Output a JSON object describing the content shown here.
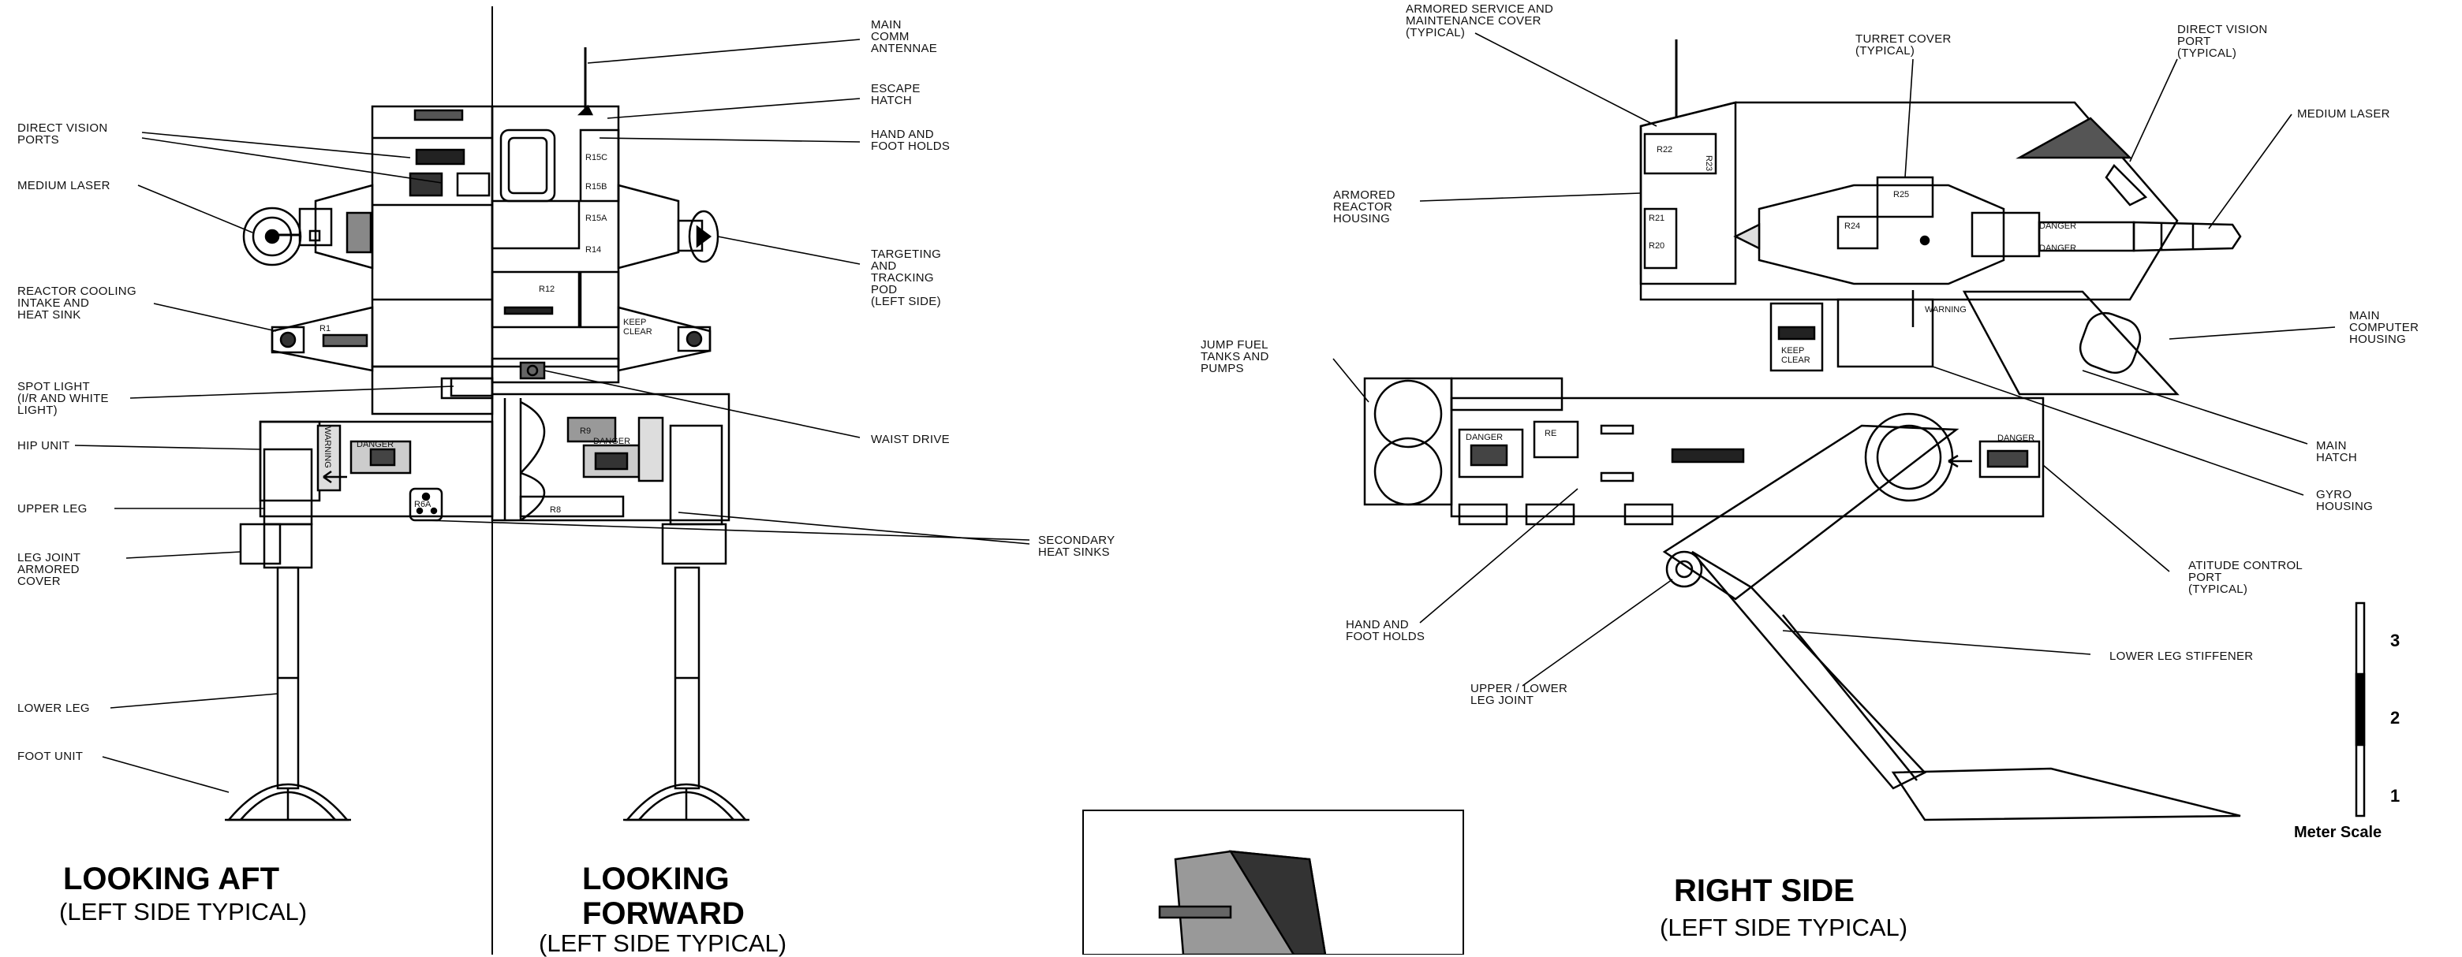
{
  "views": {
    "aft": {
      "title": "LOOKING AFT",
      "subtitle": "(LEFT SIDE TYPICAL)"
    },
    "forward": {
      "title": "LOOKING\nFORWARD",
      "subtitle": "(LEFT SIDE TYPICAL)"
    },
    "right": {
      "title": "RIGHT SIDE",
      "subtitle": "(LEFT SIDE TYPICAL)"
    }
  },
  "callouts": {
    "direct_vision_ports": "DIRECT VISION\nPORTS",
    "medium_laser_left": "MEDIUM LASER",
    "reactor_cooling": "REACTOR COOLING\nINTAKE AND\nHEAT SINK",
    "spot_light": "SPOT LIGHT\n(I/R AND WHITE\nLIGHT)",
    "hip_unit": "HIP UNIT",
    "upper_leg": "UPPER LEG",
    "leg_joint_cover": "LEG JOINT\nARMORED\nCOVER",
    "lower_leg": "LOWER LEG",
    "foot_unit": "FOOT UNIT",
    "main_comm_antennae": "MAIN\nCOMM\nANTENNAE",
    "escape_hatch": "ESCAPE\nHATCH",
    "hand_foot_holds_top": "HAND AND\nFOOT HOLDS",
    "targeting_pod": "TARGETING\nAND\nTRACKING\nPOD\n(LEFT SIDE)",
    "waist_drive": "WAIST DRIVE",
    "secondary_heat_sinks": "SECONDARY\nHEAT SINKS",
    "armored_service_cover": "ARMORED SERVICE AND\nMAINTENANCE COVER\n(TYPICAL)",
    "turret_cover": "TURRET COVER\n(TYPICAL)",
    "direct_vision_port_right": "DIRECT VISION\nPORT\n(TYPICAL)",
    "medium_laser_right": "MEDIUM LASER",
    "armored_reactor_housing": "ARMORED\nREACTOR\nHOUSING",
    "jump_fuel_tanks": "JUMP FUEL\nTANKS AND\nPUMPS",
    "main_computer_housing": "MAIN\nCOMPUTER\nHOUSING",
    "main_hatch": "MAIN\nHATCH",
    "gyro_housing": "GYRO\nHOUSING",
    "attitude_control_port": "ATITUDE CONTROL\nPORT\n(TYPICAL)",
    "hand_foot_holds_bottom": "HAND AND\nFOOT HOLDS",
    "upper_lower_leg_joint": "UPPER / LOWER\nLEG JOINT",
    "lower_leg_stiffener": "LOWER LEG STIFFENER"
  },
  "panel_labels": {
    "aft_r1": "R1",
    "aft_r6a": "R6A",
    "aft_danger": "DANGER",
    "aft_warning": "WARNING",
    "fwd_r8": "R8",
    "fwd_r9": "R9",
    "fwd_r12": "R12",
    "fwd_r14": "R14",
    "fwd_r15a": "R15A",
    "fwd_r15b": "R15B",
    "fwd_r15c": "R15C",
    "fwd_danger": "DANGER",
    "fwd_keep_clear": "KEEP\nCLEAR",
    "side_r20": "R20",
    "side_r21": "R21",
    "side_r22": "R22",
    "side_r23": "R23",
    "side_r24": "R24",
    "side_r25": "R25",
    "side_re": "RE",
    "side_danger_a": "DANGER",
    "side_danger_b": "DANGER",
    "side_danger_c": "DANGER",
    "side_danger_d": "DANGER",
    "side_warning": "WARNING",
    "side_keep_clear": "KEEP\nCLEAR"
  },
  "scale": {
    "title": "Meter Scale",
    "marks": [
      "3",
      "2",
      "1"
    ]
  }
}
